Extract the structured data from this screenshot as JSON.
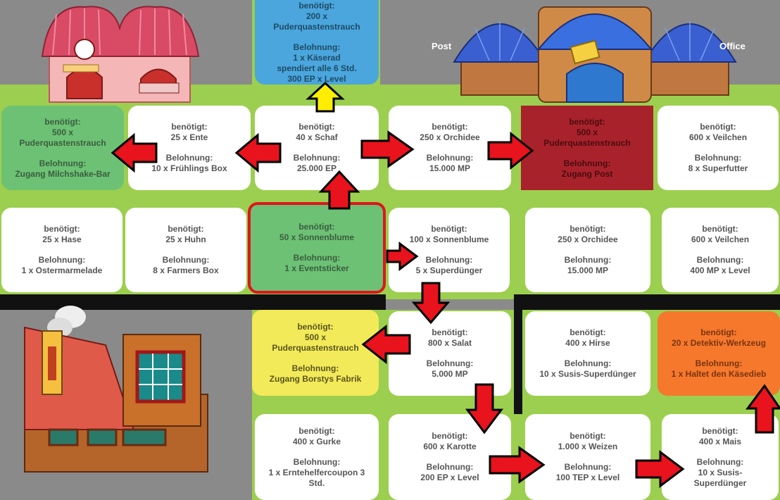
{
  "buildings": {
    "post_label_left": "Post",
    "post_label_right": "Office"
  },
  "tiles": [
    {
      "id": "t-blue",
      "need": "benötigt:",
      "req": "200 x\nPuderquastenstrauch",
      "rew": "Belohnung:",
      "reward": "1 x Käserad\nspendiert alle 6 Std.\n300 EP x Level"
    },
    {
      "id": "t-milchshake",
      "need": "benötigt:",
      "req": "500 x\nPuderquastenstrauch",
      "rew": "Belohnung:",
      "reward": "Zugang Milchshake-Bar"
    },
    {
      "id": "t-ente",
      "need": "benötigt:",
      "req": "25 x Ente",
      "rew": "Belohnung:",
      "reward": "10 x Frühlings Box"
    },
    {
      "id": "t-schaf",
      "need": "benötigt:",
      "req": "40 x Schaf",
      "rew": "Belohnung:",
      "reward": "25.000 EP"
    },
    {
      "id": "t-orchidee1",
      "need": "benötigt:",
      "req": "250 x Orchidee",
      "rew": "Belohnung:",
      "reward": "15.000 MP"
    },
    {
      "id": "t-post",
      "need": "benötigt:",
      "req": "500 x\nPuderquastenstrauch",
      "rew": "Belohnung:",
      "reward": "Zugang Post"
    },
    {
      "id": "t-veilchen1",
      "need": "benötigt:",
      "req": "600 x Veilchen",
      "rew": "Belohnung:",
      "reward": "8 x Superfutter"
    },
    {
      "id": "t-hase",
      "need": "benötigt:",
      "req": "25 x Hase",
      "rew": "Belohnung:",
      "reward": "1 x Ostermarmelade"
    },
    {
      "id": "t-huhn",
      "need": "benötigt:",
      "req": "25 x Huhn",
      "rew": "Belohnung:",
      "reward": "8 x Farmers Box"
    },
    {
      "id": "t-sonnenblume1",
      "need": "benötigt:",
      "req": "50 x Sonnenblume",
      "rew": "Belohnung:",
      "reward": "1 x Eventsticker"
    },
    {
      "id": "t-sonnenblume2",
      "need": "benötigt:",
      "req": "100 x Sonnenblume",
      "rew": "Belohnung:",
      "reward": "5 x Superdünger"
    },
    {
      "id": "t-orchidee2",
      "need": "benötigt:",
      "req": "250 x Orchidee",
      "rew": "Belohnung:",
      "reward": "15.000 MP"
    },
    {
      "id": "t-veilchen2",
      "need": "benötigt:",
      "req": "600 x Veilchen",
      "rew": "Belohnung:",
      "reward": "400 MP x Level"
    },
    {
      "id": "t-fabrik",
      "need": "benötigt:",
      "req": "500 x\nPuderquastenstrauch",
      "rew": "Belohnung:",
      "reward": "Zugang Borstys Fabrik"
    },
    {
      "id": "t-salat",
      "need": "benötigt:",
      "req": "800 x Salat",
      "rew": "Belohnung:",
      "reward": "5.000 MP"
    },
    {
      "id": "t-hirse",
      "need": "benötigt:",
      "req": "400 x Hirse",
      "rew": "Belohnung:",
      "reward": "10 x Susis-Superdünger"
    },
    {
      "id": "t-detektiv",
      "need": "benötigt:",
      "req": "20 x Detektiv-Werkzeug",
      "rew": "Belohnung:",
      "reward": "1 x Haltet den Käsedieb"
    },
    {
      "id": "t-gurke",
      "need": "benötigt:",
      "req": "400 x Gurke",
      "rew": "Belohnung:",
      "reward": "1 x Erntehelfercoupon 3\nStd."
    },
    {
      "id": "t-karotte",
      "need": "benötigt:",
      "req": "600 x Karotte",
      "rew": "Belohnung:",
      "reward": "200 EP x Level"
    },
    {
      "id": "t-weizen",
      "need": "benötigt:",
      "req": "1.000 x Weizen",
      "rew": "Belohnung:",
      "reward": "100 TEP x Level"
    },
    {
      "id": "t-mais",
      "need": "benötigt:",
      "req": "400 x Mais",
      "rew": "Belohnung:",
      "reward": "10 x Susis-\nSuperdünger"
    }
  ],
  "colors": {
    "arrow_red": "#e8131c",
    "arrow_yellow": "#ffee00",
    "grass": "#9ccf4f",
    "highlight_border": "#e0151c"
  }
}
